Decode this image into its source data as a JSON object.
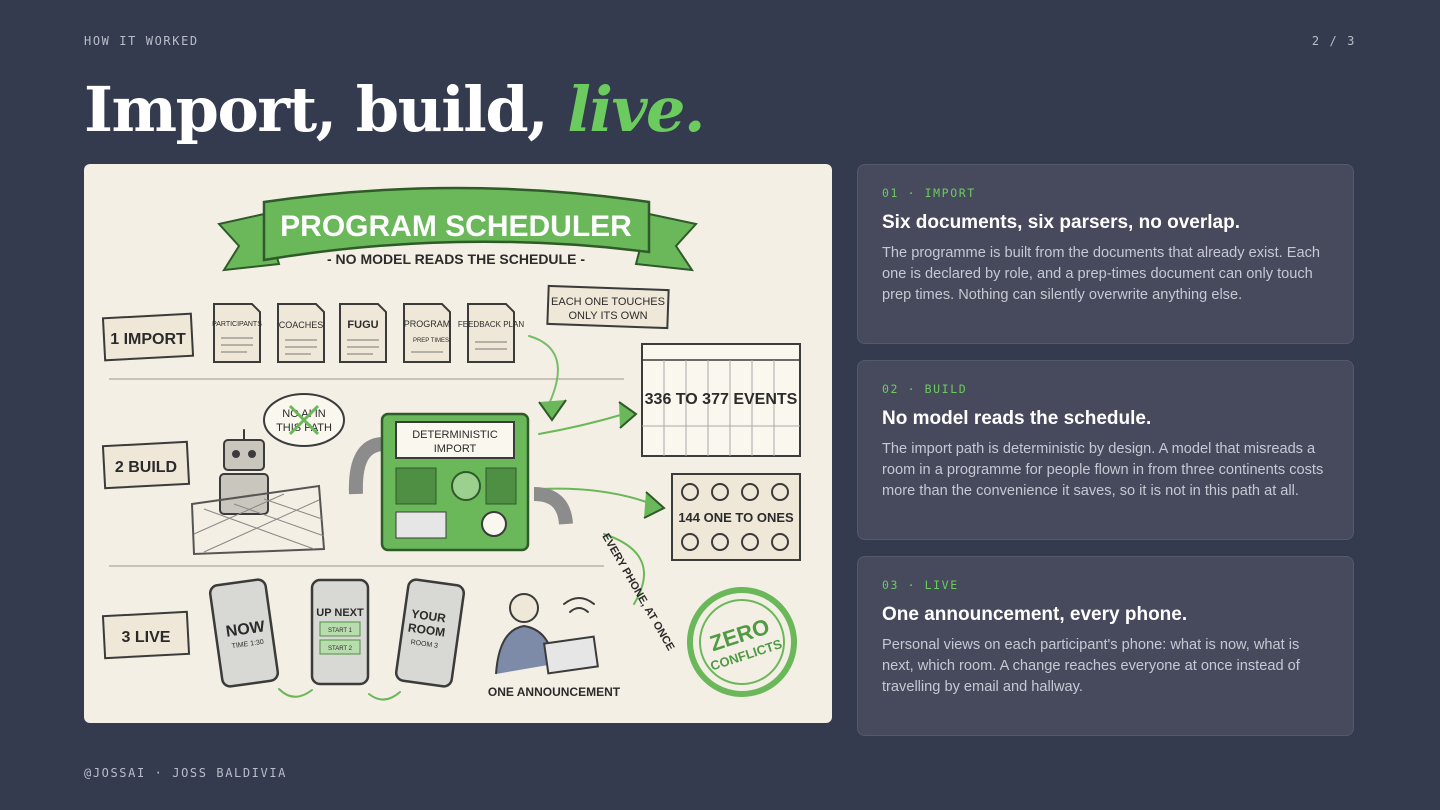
{
  "header": {
    "eyebrow": "HOW IT WORKED",
    "pager": "2 / 3"
  },
  "title": {
    "main": "Import, build,",
    "accent": "live."
  },
  "illustration": {
    "banner": "PROGRAM SCHEDULER",
    "subtitle": "- NO MODEL READS THE SCHEDULE -",
    "touch_note_line1": "EACH ONE TOUCHES",
    "touch_note_line2": "ONLY ITS OWN",
    "step_import": "1 IMPORT",
    "step_build": "2 BUILD",
    "step_live": "3 LIVE",
    "docs": [
      "PARTICIPANTS",
      "COACHES",
      "FUGU",
      "PROGRAM",
      "FEEDBACK PLAN"
    ],
    "prep_times": "PREP TIMES",
    "no_ai_line1": "NO AI IN",
    "no_ai_line2": "THIS PATH",
    "machine_line1": "DETERMINISTIC",
    "machine_line2": "IMPORT",
    "events": "336 TO 377 EVENTS",
    "one_to_ones": "144 ONE TO ONES",
    "phone_now": "NOW",
    "phone_now_time": "TIME 1:30",
    "phone_up_next": "UP NEXT",
    "phone_start1": "START 1",
    "phone_start2": "START 2",
    "phone_room_line1": "YOUR",
    "phone_room_line2": "ROOM",
    "phone_room_num": "ROOM 3",
    "every_phone": "EVERY PHONE, AT ONCE",
    "one_announcement": "ONE ANNOUNCEMENT",
    "stamp_line1": "ZERO",
    "stamp_line2": "CONFLICTS"
  },
  "cards": [
    {
      "num": "01 · IMPORT",
      "title": "Six documents, six parsers, no overlap.",
      "body": "The programme is built from the documents that already exist. Each one is declared by role, and a prep-times document can only touch prep times. Nothing can silently overwrite anything else."
    },
    {
      "num": "02 · BUILD",
      "title": "No model reads the schedule.",
      "body": "The import path is deterministic by design. A model that misreads a room in a programme for people flown in from three continents costs more than the convenience it saves, so it is not in this path at all."
    },
    {
      "num": "03 · LIVE",
      "title": "One announcement, every phone.",
      "body": "Personal views on each participant's phone: what is now, what is next, which room. A change reaches everyone at once instead of travelling by email and hallway."
    }
  ],
  "footer": {
    "credit": "@JOSSAI · JOSS BALDIVIA"
  },
  "colors": {
    "background": "#353b4e",
    "accent": "#6ccb5f",
    "card": "#464a5c",
    "paper": "#f4efe4"
  }
}
